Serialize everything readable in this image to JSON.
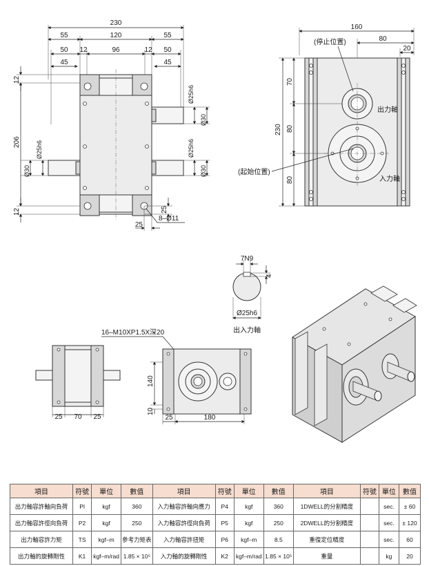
{
  "drawing": {
    "top_view": {
      "overall_width": "230",
      "side_55_left": "55",
      "center_120": "120",
      "side_55_right": "55",
      "left_50": "50",
      "left_12": "12",
      "center_96": "96",
      "right_12": "12",
      "right_50": "50",
      "left_45": "45",
      "right_45": "45",
      "height_206": "206",
      "top_12": "12",
      "bottom_12": "12",
      "shaft_dia_upper": "Ø25h6",
      "shaft_dia_upper_step": "Ø30",
      "shaft_dia_lower": "Ø25h6",
      "shaft_dia_lower_step": "Ø30",
      "shaft_dia_left": "Ø25h6",
      "shaft_dia_left_step": "Ø30",
      "bolt_25_vertical": "25",
      "bolt_25_horizontal": "25",
      "bolt_holes": "8–Ø11"
    },
    "front_view": {
      "width_160": "160",
      "dim_80": "80",
      "dim_20": "20",
      "height_230": "230",
      "dim_70": "70",
      "dim_80_mid": "80",
      "dim_80_low": "80",
      "label_stop": "(停止位置)",
      "label_start": "(起始位置)",
      "label_output_shaft": "出力軸",
      "label_input_shaft": "入力軸"
    },
    "keyway": {
      "key": "7N9",
      "depth": "4",
      "diameter": "Ø25h6",
      "caption": "出入力軸"
    },
    "side_view": {
      "dim_25_left": "25",
      "dim_70": "70",
      "dim_25_right": "25"
    },
    "bottom_view": {
      "tapped_holes": "16–M10XP1.5X深20",
      "height_140": "140",
      "dim_10": "10",
      "dim_25": "25",
      "width_180": "180"
    }
  },
  "table": {
    "headers": [
      "項目",
      "符號",
      "單位",
      "數值",
      "項目",
      "符號",
      "單位",
      "數值",
      "項目",
      "符號",
      "單位",
      "數值"
    ],
    "rows": [
      [
        "出力軸容許軸向負荷",
        "Pl",
        "kgf",
        "360",
        "入力軸容許軸向應力",
        "P4",
        "kgf",
        "360",
        "1DWELL的分割精度",
        "",
        "sec.",
        "± 60"
      ],
      [
        "出力軸容許徑向負荷",
        "P2",
        "kgf",
        "250",
        "入力軸容許徑向負荷",
        "P5",
        "kgf",
        "250",
        "2DWELL的分割精度",
        "",
        "sec.",
        "± 120"
      ],
      [
        "出力軸容許力矩",
        "TS",
        "kgf–m",
        "參考力矩表",
        "入力軸容許扭矩",
        "P6",
        "kgf–m",
        "8.5",
        "重復定位精度",
        "",
        "sec.",
        "60"
      ],
      [
        "出力軸的旋轉剛性",
        "K1",
        "kgf–m/rad",
        "1.85 × 10⁵",
        "入力軸的旋轉剛性",
        "K2",
        "kgf–m/rad",
        "1.85 × 10⁵",
        "重量",
        "",
        "kg",
        "20"
      ]
    ]
  }
}
